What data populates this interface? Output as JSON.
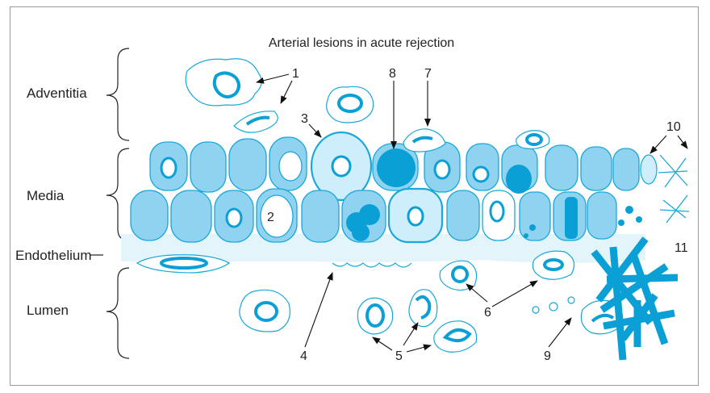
{
  "title": "Arterial lesions in acute rejection",
  "layers": {
    "adventitia": "Adventitia",
    "media": "Media",
    "endothelium": "Endothelium",
    "lumen": "Lumen"
  },
  "callouts": {
    "n1": "1",
    "n2": "2",
    "n3": "3",
    "n4": "4",
    "n5": "5",
    "n6": "6",
    "n7": "7",
    "n8": "8",
    "n9": "9",
    "n10": "10",
    "n11": "11"
  },
  "colors": {
    "cell_fill": "#8fd3f0",
    "cell_light": "#cdeefa",
    "stroke": "#1aa7d9",
    "nucleus": "#0aa0d6",
    "endothelium_band": "#e3f4fb",
    "text": "#222222",
    "frame": "#9a9a9a"
  }
}
